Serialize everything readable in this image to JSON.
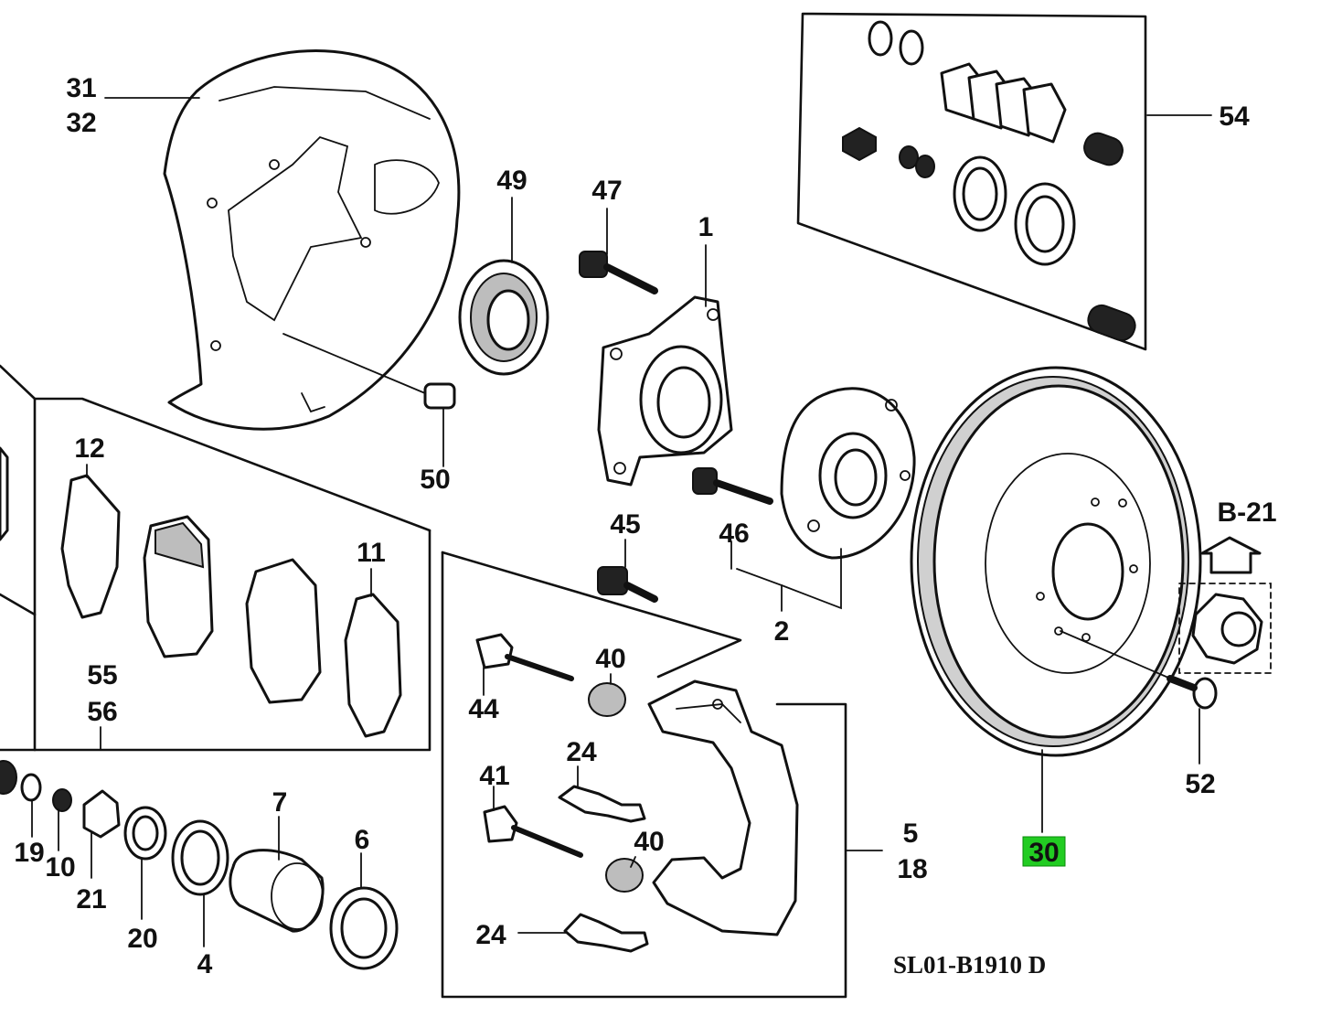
{
  "labels": {
    "p31": "31",
    "p32": "32",
    "p49": "49",
    "p47": "47",
    "p1": "1",
    "p50": "50",
    "p54": "54",
    "p12": "12",
    "p11": "11",
    "p45": "45",
    "p46": "46",
    "p2": "2",
    "p55": "55",
    "p56": "56",
    "p44": "44",
    "p40a": "40",
    "p40b": "40",
    "p24a": "24",
    "p24b": "24",
    "p41": "41",
    "p7": "7",
    "p6": "6",
    "p5": "5",
    "p18": "18",
    "p19": "19",
    "p10": "10",
    "p21": "21",
    "p20": "20",
    "p4": "4",
    "pB21": "B-21",
    "p52": "52",
    "p30": "30"
  },
  "highlight": {
    "part": "30",
    "color": "#22cc22"
  },
  "diagram_code": "SL01-B1910 D"
}
